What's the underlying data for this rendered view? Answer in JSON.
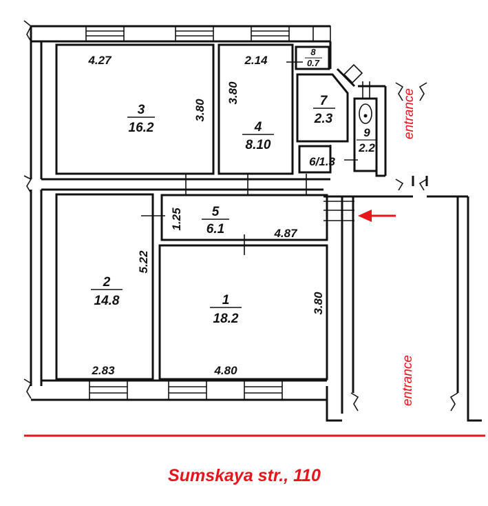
{
  "rooms": [
    {
      "number": "1",
      "area": "18.2"
    },
    {
      "number": "2",
      "area": "14.8"
    },
    {
      "number": "3",
      "area": "16.2"
    },
    {
      "number": "4",
      "area": "8.10"
    },
    {
      "number": "5",
      "area": "6.1"
    },
    {
      "label": "6/1.3"
    },
    {
      "number": "7",
      "area": "2.3"
    },
    {
      "number": "8",
      "area": "0.7"
    },
    {
      "number": "9",
      "area": "2.2"
    }
  ],
  "dimensions": {
    "room3_width": "4.27",
    "room3_depth": "3.80",
    "room4_depth": "3.80",
    "room4_width": "2.14",
    "room5_depth": "1.25",
    "room5_width": "4.87",
    "room2_depth": "5.22",
    "room2_width": "2.83",
    "room1_width": "4.80",
    "room1_depth": "3.80"
  },
  "entrance_top": "entrance",
  "entrance_bottom": "entrance",
  "address": "Sumskaya str., 110",
  "colors": {
    "accent": "#e8141b",
    "wall": "#111111"
  }
}
